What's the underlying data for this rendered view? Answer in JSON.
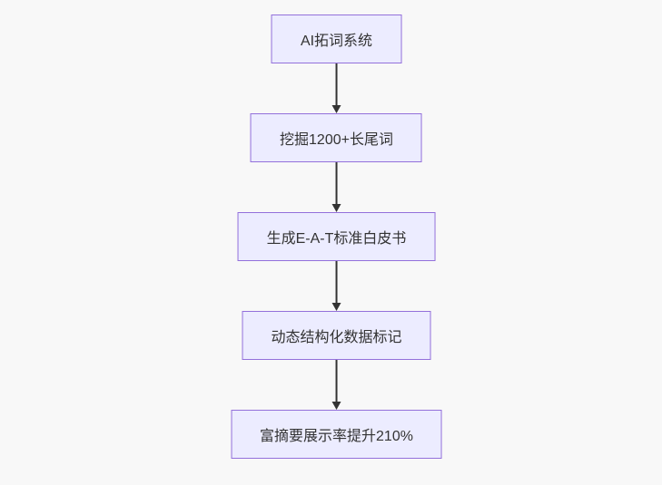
{
  "flowchart": {
    "type": "flowchart",
    "direction": "top-down",
    "nodes": [
      {
        "label": "AI拓词系统"
      },
      {
        "label": "挖掘1200+长尾词"
      },
      {
        "label": "生成E-A-T标准白皮书"
      },
      {
        "label": "动态结构化数据标记"
      },
      {
        "label": "富摘要展示率提升210%"
      }
    ],
    "edges": [
      {
        "from": 0,
        "to": 1
      },
      {
        "from": 1,
        "to": 2
      },
      {
        "from": 2,
        "to": 3
      },
      {
        "from": 3,
        "to": 4
      }
    ]
  },
  "colors": {
    "background": "#f8f8f8",
    "node_fill": "#ececff",
    "node_border": "#9370db",
    "node_text": "#333333",
    "arrow": "#333333"
  }
}
